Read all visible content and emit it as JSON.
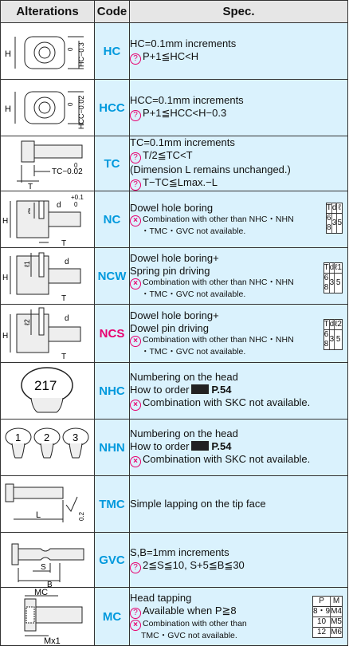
{
  "header": {
    "alterations": "Alterations",
    "code": "Code",
    "spec": "Spec."
  },
  "rows": [
    {
      "code": "HC",
      "lines": [
        "HC=0.1mm increments",
        "P+1≦HC<H"
      ],
      "fig": {
        "h": "H",
        "hc": "HC−0.3",
        "zero": "0"
      }
    },
    {
      "code": "HCC",
      "lines": [
        "HCC=0.1mm increments",
        "P+1≦HCC<H−0.3"
      ],
      "fig": {
        "h": "H",
        "hc": "HCC−0.02",
        "zero": "0"
      }
    },
    {
      "code": "TC",
      "lines": [
        "TC=0.1mm increments",
        "T/2≦TC<T",
        "(Dimension L remains unchanged.)",
        "T−TC≦Lmax.−L"
      ],
      "fig": {
        "t": "T",
        "tc": "TC−0.02",
        "zero": "0"
      }
    },
    {
      "code": "NC",
      "lines": [
        "Dowel hole boring",
        "Combination with other than NHC・NHN",
        "・TMC・GVC not available."
      ],
      "table": {
        "head": [
          "T",
          "d",
          "ℓ"
        ],
        "t": [
          "6",
          "8"
        ],
        "d": "3",
        "l": "5"
      },
      "fig": {
        "h": "H",
        "t": "T",
        "l": "ℓ",
        "d": "d",
        "tol": "+0.1",
        "tol0": "0"
      }
    },
    {
      "code": "NCW",
      "lines": [
        "Dowel hole boring+",
        "Spring pin driving",
        "Combination with other than NHC・NHN",
        "・TMC・GVC not available."
      ],
      "table": {
        "head": [
          "T",
          "d",
          "ℓ1"
        ],
        "t": [
          "6",
          "8"
        ],
        "d": "3",
        "l": "5"
      },
      "fig": {
        "h": "H",
        "t": "T",
        "l": "ℓ1",
        "d": "d"
      }
    },
    {
      "code": "NCS",
      "lines": [
        "Dowel hole boring+",
        "Dowel pin driving",
        "Combination with other than NHC・NHN",
        "・TMC・GVC not available."
      ],
      "table": {
        "head": [
          "T",
          "d",
          "ℓ2"
        ],
        "t": [
          "6",
          "8"
        ],
        "d": "3",
        "l": "5"
      },
      "fig": {
        "h": "H",
        "t": "T",
        "l": "ℓ2",
        "d": "d"
      }
    },
    {
      "code": "NHC",
      "lines": [
        "Numbering on the head",
        "How to order",
        "P.54",
        "Combination with SKC not available."
      ],
      "fig": {
        "num": "217"
      }
    },
    {
      "code": "NHN",
      "lines": [
        "Numbering on the head",
        "How to order",
        "P.54",
        "Combination with SKC not available."
      ],
      "fig": {
        "nums": [
          "1",
          "2",
          "3"
        ]
      }
    },
    {
      "code": "TMC",
      "lines": [
        "Simple lapping on the tip face"
      ],
      "fig": {
        "l": "L",
        "tol": "0.2"
      }
    },
    {
      "code": "GVC",
      "lines": [
        "S,B=1mm increments",
        "2≦S≦10, S+5≦B≦30"
      ],
      "fig": {
        "s": "S",
        "b": "B"
      }
    },
    {
      "code": "MC",
      "lines": [
        "Head tapping",
        "Available when P≧8",
        "Combination with other than",
        "TMC・GVC not available."
      ],
      "table": {
        "head": [
          "P",
          "M"
        ],
        "rows": [
          [
            "8・9",
            "M4"
          ],
          [
            "10",
            "M5"
          ],
          [
            "12",
            "M6"
          ]
        ]
      },
      "fig": {
        "mc": "MC",
        "m": "Mx1"
      }
    }
  ],
  "colors": {
    "accent": "#0099dd",
    "highlight": "#e8006e",
    "cell_bg": "#daf2fd",
    "header_bg": "#e6e6e6"
  }
}
